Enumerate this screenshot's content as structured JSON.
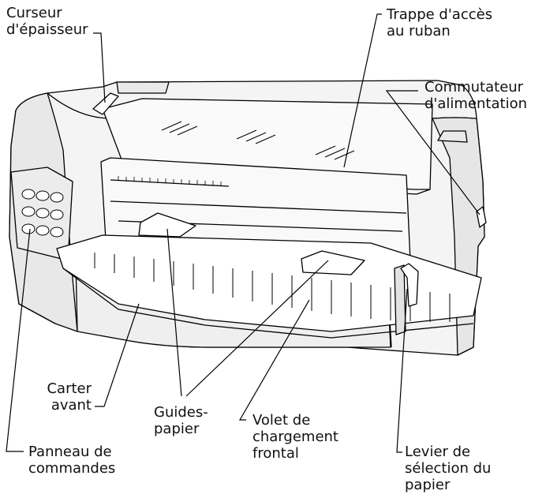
{
  "labels": {
    "curseur": [
      "Curseur",
      "d'épaisseur"
    ],
    "trappe": [
      "Trappe d'accès",
      "au ruban"
    ],
    "commutateur": [
      "Commutateur",
      "d'alimentation"
    ],
    "carter": [
      "Carter",
      "avant"
    ],
    "guides": [
      "Guides-",
      "papier"
    ],
    "volet": [
      "Volet de",
      "chargement",
      "frontal"
    ],
    "panneau": [
      "Panneau de",
      "commandes"
    ],
    "levier": [
      "Levier de",
      "sélection du",
      "papier"
    ]
  },
  "colors": {
    "line": "#000000",
    "body": "#f4f4f4",
    "shadow": "#d9d9d9"
  }
}
